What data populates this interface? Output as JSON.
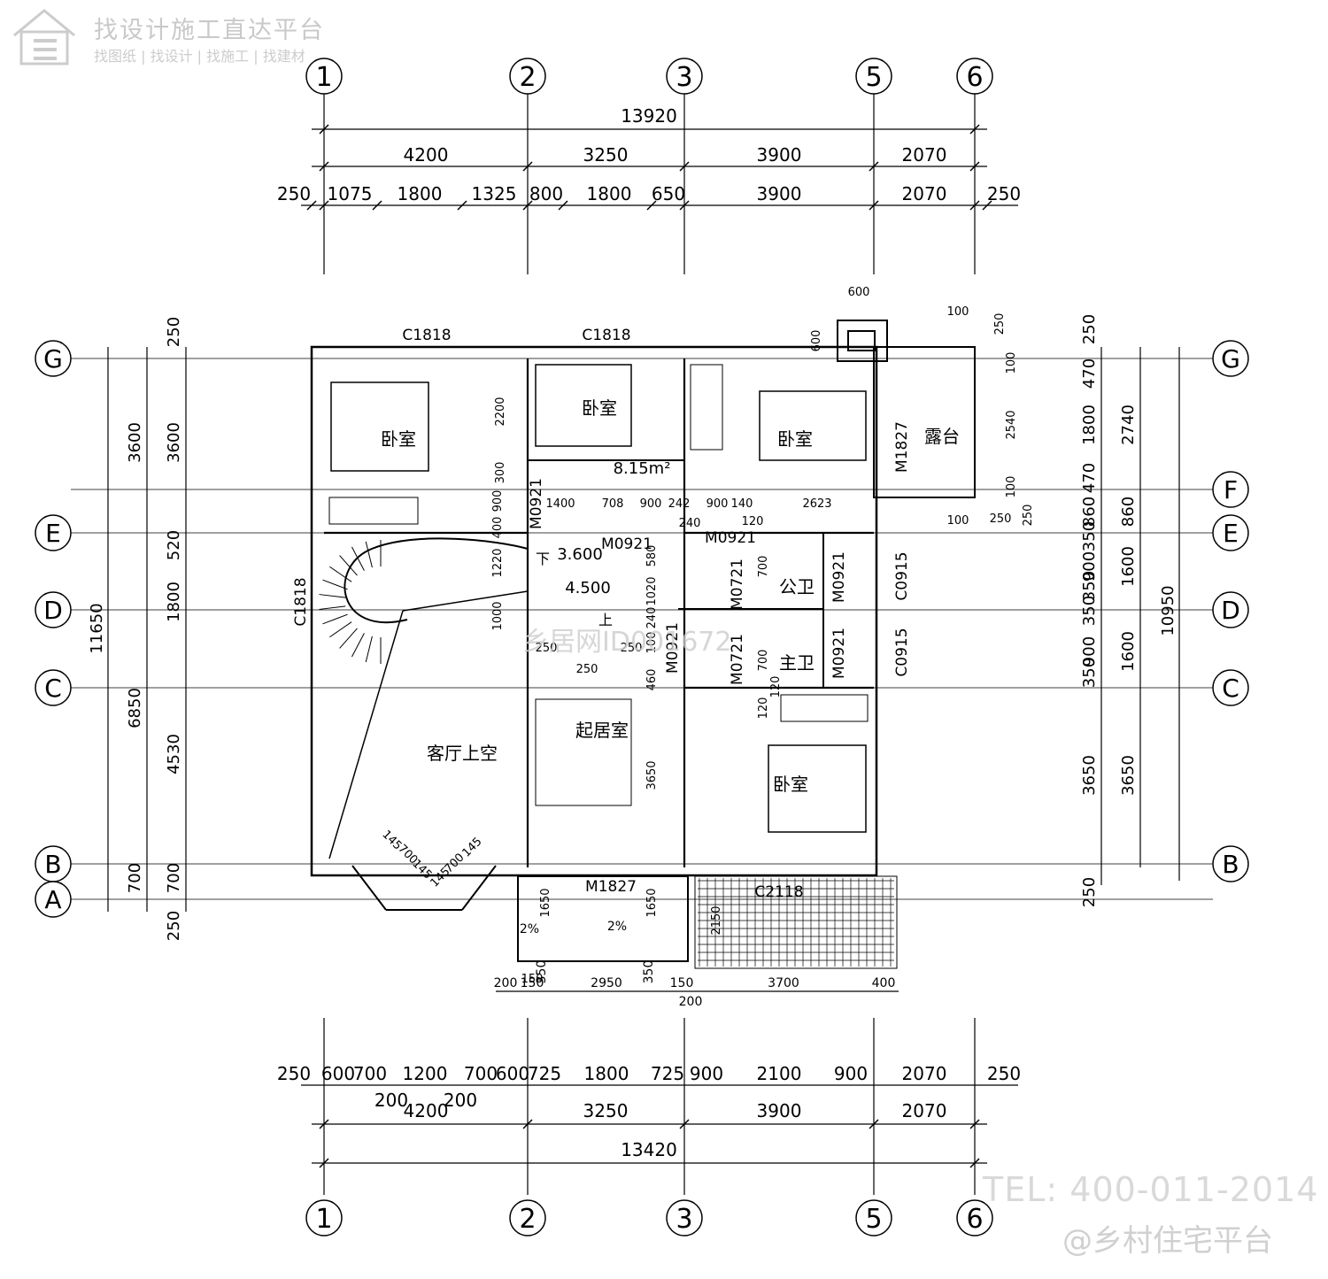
{
  "watermark": {
    "title": "找设计施工直达平台",
    "subtitle": "找图纸 | 找设计 | 找施工 | 找建材",
    "overlay": "乡居网ID001672",
    "tel": "TEL: 400-011-2014",
    "handle": "@乡村住宅平台"
  },
  "axes": {
    "columns": [
      "1",
      "2",
      "3",
      "5",
      "6"
    ],
    "rows": [
      "G",
      "F",
      "E",
      "D",
      "C",
      "B",
      "A"
    ]
  },
  "dims_top": {
    "total": "13920",
    "row1": [
      "4200",
      "3250",
      "3900",
      "2070"
    ],
    "row2": [
      "250",
      "1075",
      "1800",
      "1325",
      "800",
      "1800",
      "650",
      "3900",
      "2070",
      "250"
    ]
  },
  "dims_bottom": {
    "row1": [
      "250",
      "600",
      "700",
      "1200",
      "700",
      "600",
      "725",
      "1800",
      "725",
      "900",
      "2100",
      "900",
      "2070",
      "250"
    ],
    "row1b": [
      "200",
      "200"
    ],
    "row2": [
      "4200",
      "3250",
      "3900",
      "2070"
    ],
    "total": "13420",
    "porch": [
      "200",
      "150",
      "350",
      "2950",
      "350",
      "150",
      "200",
      "3700",
      "400"
    ]
  },
  "dims_left": {
    "outer": "11650",
    "mid": [
      "3600",
      "6850"
    ],
    "inner": [
      "250",
      "3600",
      "520",
      "1800",
      "4530",
      "700",
      "700",
      "250"
    ]
  },
  "dims_right": {
    "outer": "10950",
    "mid": [
      "2740",
      "860",
      "1600",
      "1600",
      "3650"
    ],
    "inner": [
      "250",
      "470",
      "1800",
      "470",
      "860",
      "350",
      "900",
      "350",
      "350",
      "900",
      "350",
      "3650",
      "250"
    ],
    "small": [
      "2540",
      "250",
      "100",
      "100",
      "100",
      "250",
      "250",
      "100"
    ]
  },
  "rooms": [
    {
      "label": "卧室"
    },
    {
      "label": "卧室"
    },
    {
      "label": "卧室"
    },
    {
      "label": "卧室"
    },
    {
      "label": "露台"
    },
    {
      "label": "客厅上空"
    },
    {
      "label": "起居室"
    },
    {
      "label": "公卫"
    },
    {
      "label": "主卫"
    }
  ],
  "annotations": {
    "area": "8.15m²",
    "elev1": "3.600",
    "elev2": "4.500",
    "down": "下",
    "up": "上",
    "slope1": "2%",
    "slope2": "2%",
    "openings": [
      "C1818",
      "C1818",
      "C1818",
      "M1827",
      "M0921",
      "M0921",
      "M0921",
      "M0921",
      "M0921",
      "M0721",
      "M0721",
      "M0921",
      "C0915",
      "C0915",
      "M1827",
      "C2118"
    ],
    "misc": [
      "600",
      "600",
      "2200",
      "300",
      "900",
      "400",
      "1220",
      "1000",
      "1400",
      "708",
      "900",
      "242",
      "240",
      "900",
      "140",
      "120",
      "2623",
      "580",
      "1020",
      "240",
      "100",
      "460",
      "700",
      "120",
      "700",
      "120",
      "3650",
      "1650",
      "1650",
      "2150",
      "250",
      "250",
      "250",
      "150",
      "145",
      "700",
      "145",
      "145",
      "700",
      "145"
    ]
  }
}
